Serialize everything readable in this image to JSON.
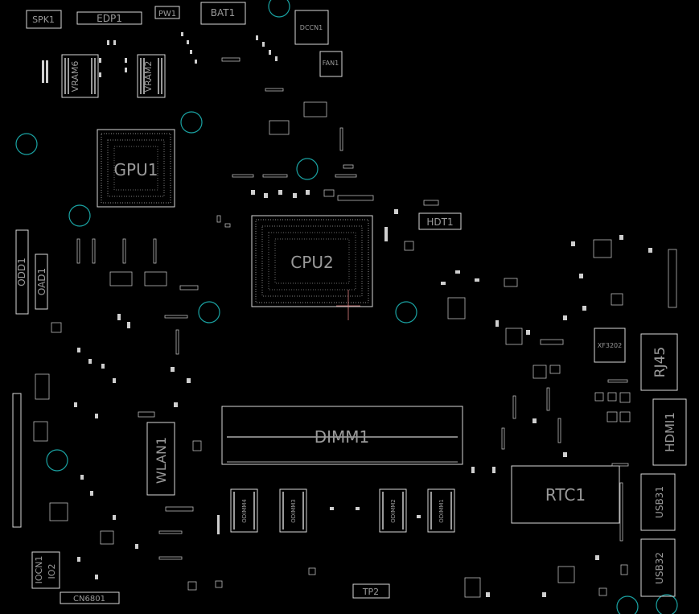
{
  "board": {
    "labels": {
      "spk1": "SPK1",
      "edp1": "EDP1",
      "pw1": "PW1",
      "bat1": "BAT1",
      "dccn1": "DCCN1",
      "fan1": "FAN1",
      "vram6": "VRAM6",
      "vram2": "VRAM2",
      "gpu1": "GPU1",
      "cpu2": "CPU2",
      "hdt1": "HDT1",
      "odd1": "ODD1",
      "oad1": "OAD1",
      "rj45": "RJ45",
      "xf3202": "XF3202",
      "hdmi1": "HDMI1",
      "dimm1": "DIMM1",
      "wlan1": "WLAN1",
      "rtc1": "RTC1",
      "usb31": "USB31",
      "usb32": "USB32",
      "iocn1": "IOCN1",
      "io2": "IO2",
      "cn6801": "CN6801",
      "tp2": "TP2",
      "odimm4": "ODIMM4",
      "odimm3": "ODIMM3",
      "odimm2": "ODIMM2",
      "odimm1": "ODIMM1"
    },
    "colors": {
      "background": "#000000",
      "outline": "#d8d8d8",
      "mounting_hole": "#1aa3a3",
      "label": "#9a9a9a"
    }
  }
}
